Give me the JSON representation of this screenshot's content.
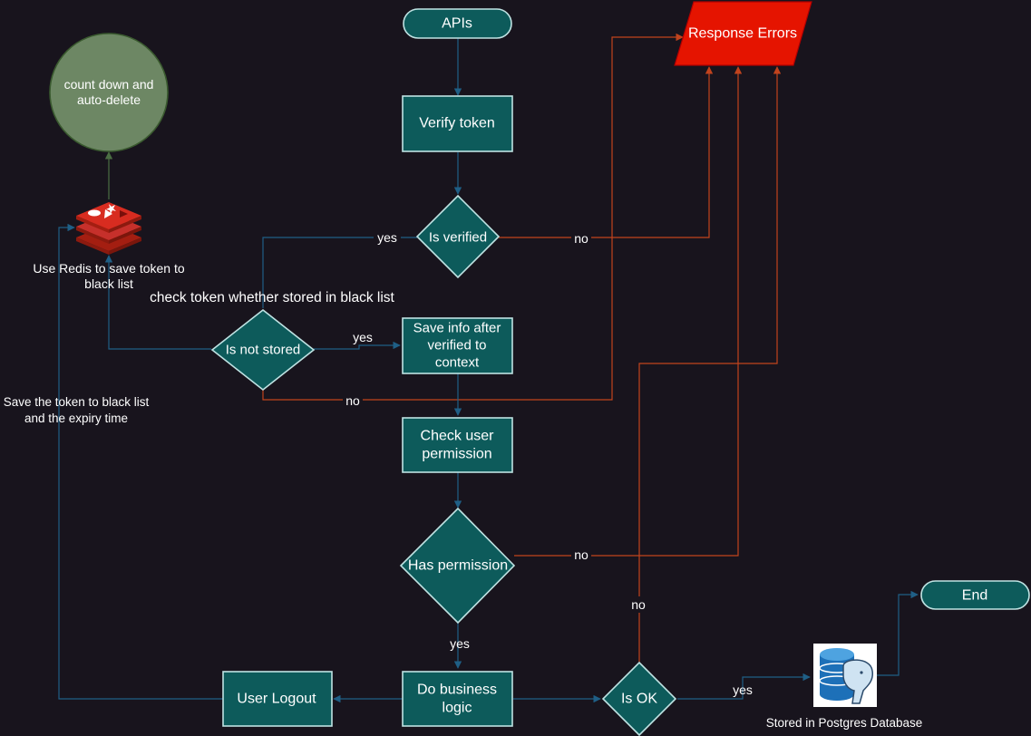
{
  "nodes": {
    "apis": "APIs",
    "verify_token": "Verify token",
    "is_verified": "Is verified",
    "is_not_stored": "Is not stored",
    "save_info": [
      "Save info after",
      "verified to",
      "context"
    ],
    "check_permission": [
      "Check user",
      "permission"
    ],
    "has_permission": "Has permission",
    "do_business": [
      "Do business",
      "logic"
    ],
    "is_ok": "Is OK",
    "user_logout": "User Logout",
    "end": "End",
    "response_errors": "Response Errors",
    "count_down": [
      "count down and",
      "auto-delete"
    ]
  },
  "labels": {
    "redis": [
      "Use Redis to save token to",
      "black list"
    ],
    "check_blacklist": "check token whether stored in black list",
    "save_blacklist": [
      "Save the token to black list",
      "and the expiry time"
    ],
    "postgres": "Stored in Postgres Database"
  },
  "edge_labels": {
    "verified_yes": "yes",
    "verified_no": "no",
    "stored_yes": "yes",
    "stored_no": "no",
    "permission_no": "no",
    "permission_yes": "yes",
    "ok_no": "no",
    "ok_yes": "yes"
  },
  "colors": {
    "background": "#18141d",
    "node_fill": "#0d5b5b",
    "node_stroke": "#bfe3e3",
    "error_fill": "#e51400",
    "circle_fill": "#6d8764",
    "blue_edge": "#1f5f86",
    "red_edge": "#c1431d"
  },
  "icons": {
    "redis": "redis-icon",
    "postgres": "postgres-database-icon"
  }
}
